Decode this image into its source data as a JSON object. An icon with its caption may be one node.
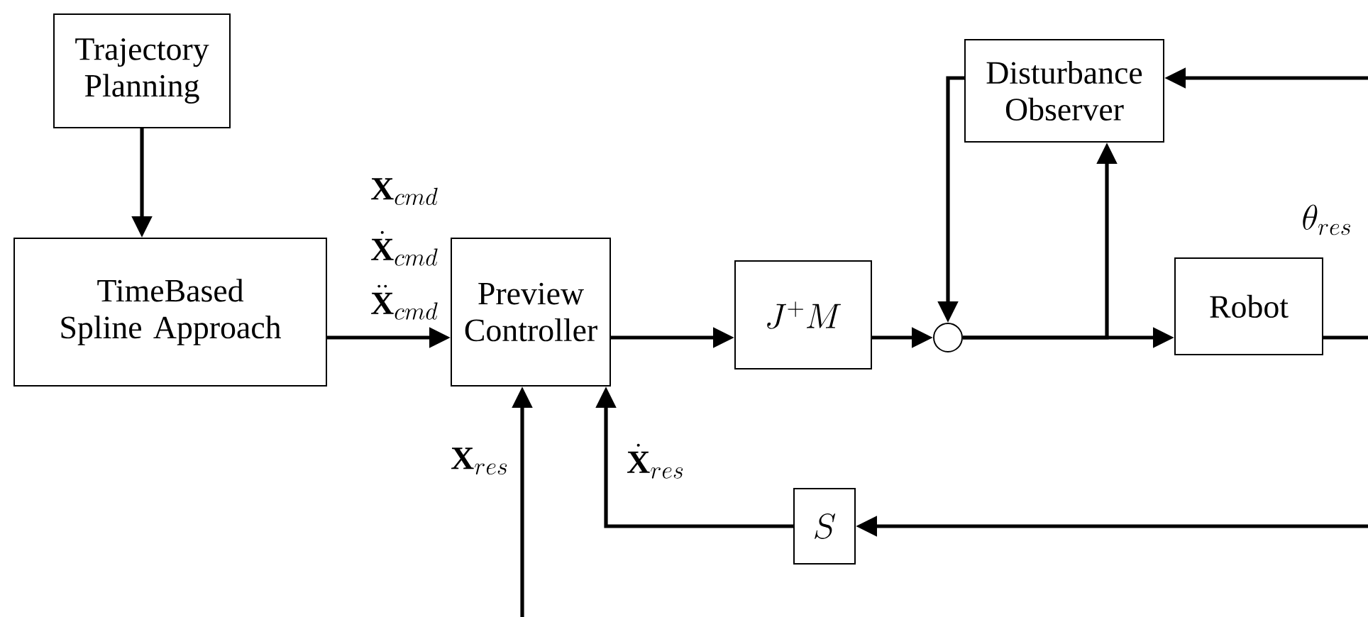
{
  "diagram": {
    "nodes": [
      {
        "text": [
          "Trajectory Planning"
        ]
      },
      {
        "text": [
          "TimeBased Spline Approach"
        ]
      },
      {
        "text": [
          "Preview Controller"
        ]
      },
      {
        "text": [
          "J^{+}M"
        ]
      },
      {
        "text": [],
        "shape": "circle"
      },
      {
        "text": [
          "Disturbance Observer"
        ]
      },
      {
        "text": [
          "Robot"
        ]
      },
      {
        "text": [
          "S"
        ]
      }
    ],
    "edges": [
      {
        "from": 0,
        "to": 1,
        "arrow": "to"
      },
      {
        "from": 1,
        "to": 2,
        "arrow": "to"
      },
      {
        "from": 2,
        "to": 3,
        "arrow": "to"
      },
      {
        "from": 3,
        "to": 4,
        "arrow": "to"
      },
      {
        "from": 5,
        "to": 4,
        "arrow": "to"
      },
      {
        "from": 4,
        "to": 6,
        "arrow": "to"
      },
      {
        "from": 4,
        "to": 5,
        "arrow": "to"
      },
      {
        "from": 6,
        "to": null,
        "arrow": "none"
      },
      {
        "from": null,
        "to": 5,
        "arrow": "to"
      },
      {
        "from": null,
        "to": 7,
        "arrow": "to"
      },
      {
        "from": 7,
        "to": 2,
        "arrow": "to",
        "label": "\\dot{\\mathbf{X}}_{res}"
      },
      {
        "from": null,
        "to": 2,
        "arrow": "to",
        "label": "\\mathbf{X}_{res}"
      }
    ],
    "labels": [
      "\\mathbf{X}_{cmd}",
      "\\dot{\\mathbf{X}}_{cmd}",
      "\\ddot{\\mathbf{X}}_{cmd}",
      "\\theta_{res}"
    ]
  }
}
